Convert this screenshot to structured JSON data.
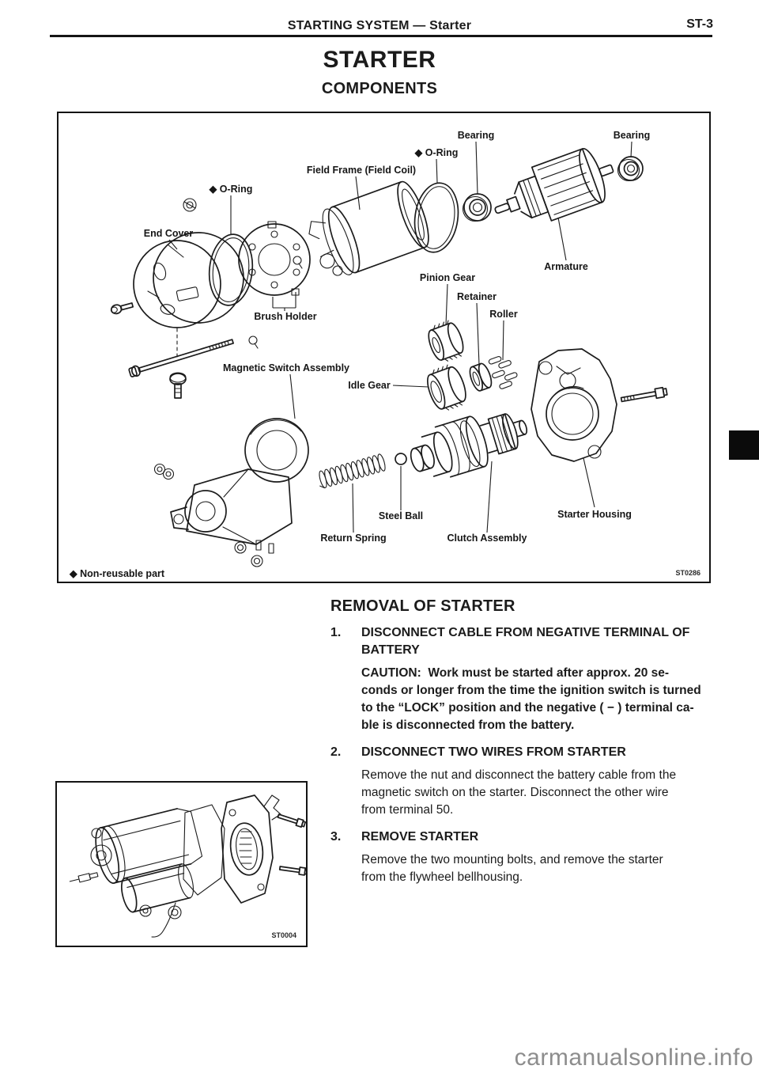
{
  "header": {
    "section_title": "STARTING SYSTEM — Starter",
    "page_code": "ST-3"
  },
  "page": {
    "title": "STARTER",
    "subtitle": "COMPONENTS"
  },
  "diagram": {
    "figure_code": "ST0286",
    "footnote": "◆ Non-reusable part",
    "labels": [
      {
        "text": "Bearing"
      },
      {
        "text": "Bearing"
      },
      {
        "text": "◆ O-Ring"
      },
      {
        "text": "Field Frame (Field Coil)"
      },
      {
        "text": "◆ O-Ring"
      },
      {
        "text": "End Cover"
      },
      {
        "text": "Armature"
      },
      {
        "text": "Pinion Gear"
      },
      {
        "text": "Retainer"
      },
      {
        "text": "Roller"
      },
      {
        "text": "Brush Holder"
      },
      {
        "text": "Magnetic Switch Assembly"
      },
      {
        "text": "Idle Gear"
      },
      {
        "text": "Steel Ball"
      },
      {
        "text": "Return Spring"
      },
      {
        "text": "Clutch Assembly"
      },
      {
        "text": "Starter Housing"
      }
    ]
  },
  "removal": {
    "heading": "REMOVAL OF STARTER",
    "steps": [
      {
        "number": "1.",
        "title": [
          "DISCONNECT CABLE FROM NEGATIVE TERMINAL OF",
          "BATTERY"
        ],
        "body": [
          "CAUTION:  Work must be started after approx. 20 se-",
          "conds or longer from the time the ignition switch is turned",
          "to the “LOCK” position and the negative ( − ) terminal ca-",
          "ble is disconnected from the battery."
        ]
      },
      {
        "number": "2.",
        "title": [
          "DISCONNECT TWO WIRES FROM STARTER"
        ],
        "body": [
          "Remove the nut and disconnect the battery cable from the",
          "magnetic switch on the starter. Disconnect the other wire",
          "from terminal 50."
        ]
      },
      {
        "number": "3.",
        "title": [
          "REMOVE STARTER"
        ],
        "body": [
          "Remove the two mounting bolts, and remove the starter",
          "from the flywheel bellhousing."
        ]
      }
    ]
  },
  "figure2": {
    "figure_code": "ST0004"
  },
  "watermark": "carmanualsonline.info",
  "colors": {
    "ink": "#1c1c1c",
    "rule": "#151515",
    "tab": "#0b0b0b",
    "watermark_gray": "#8d8d8d"
  }
}
